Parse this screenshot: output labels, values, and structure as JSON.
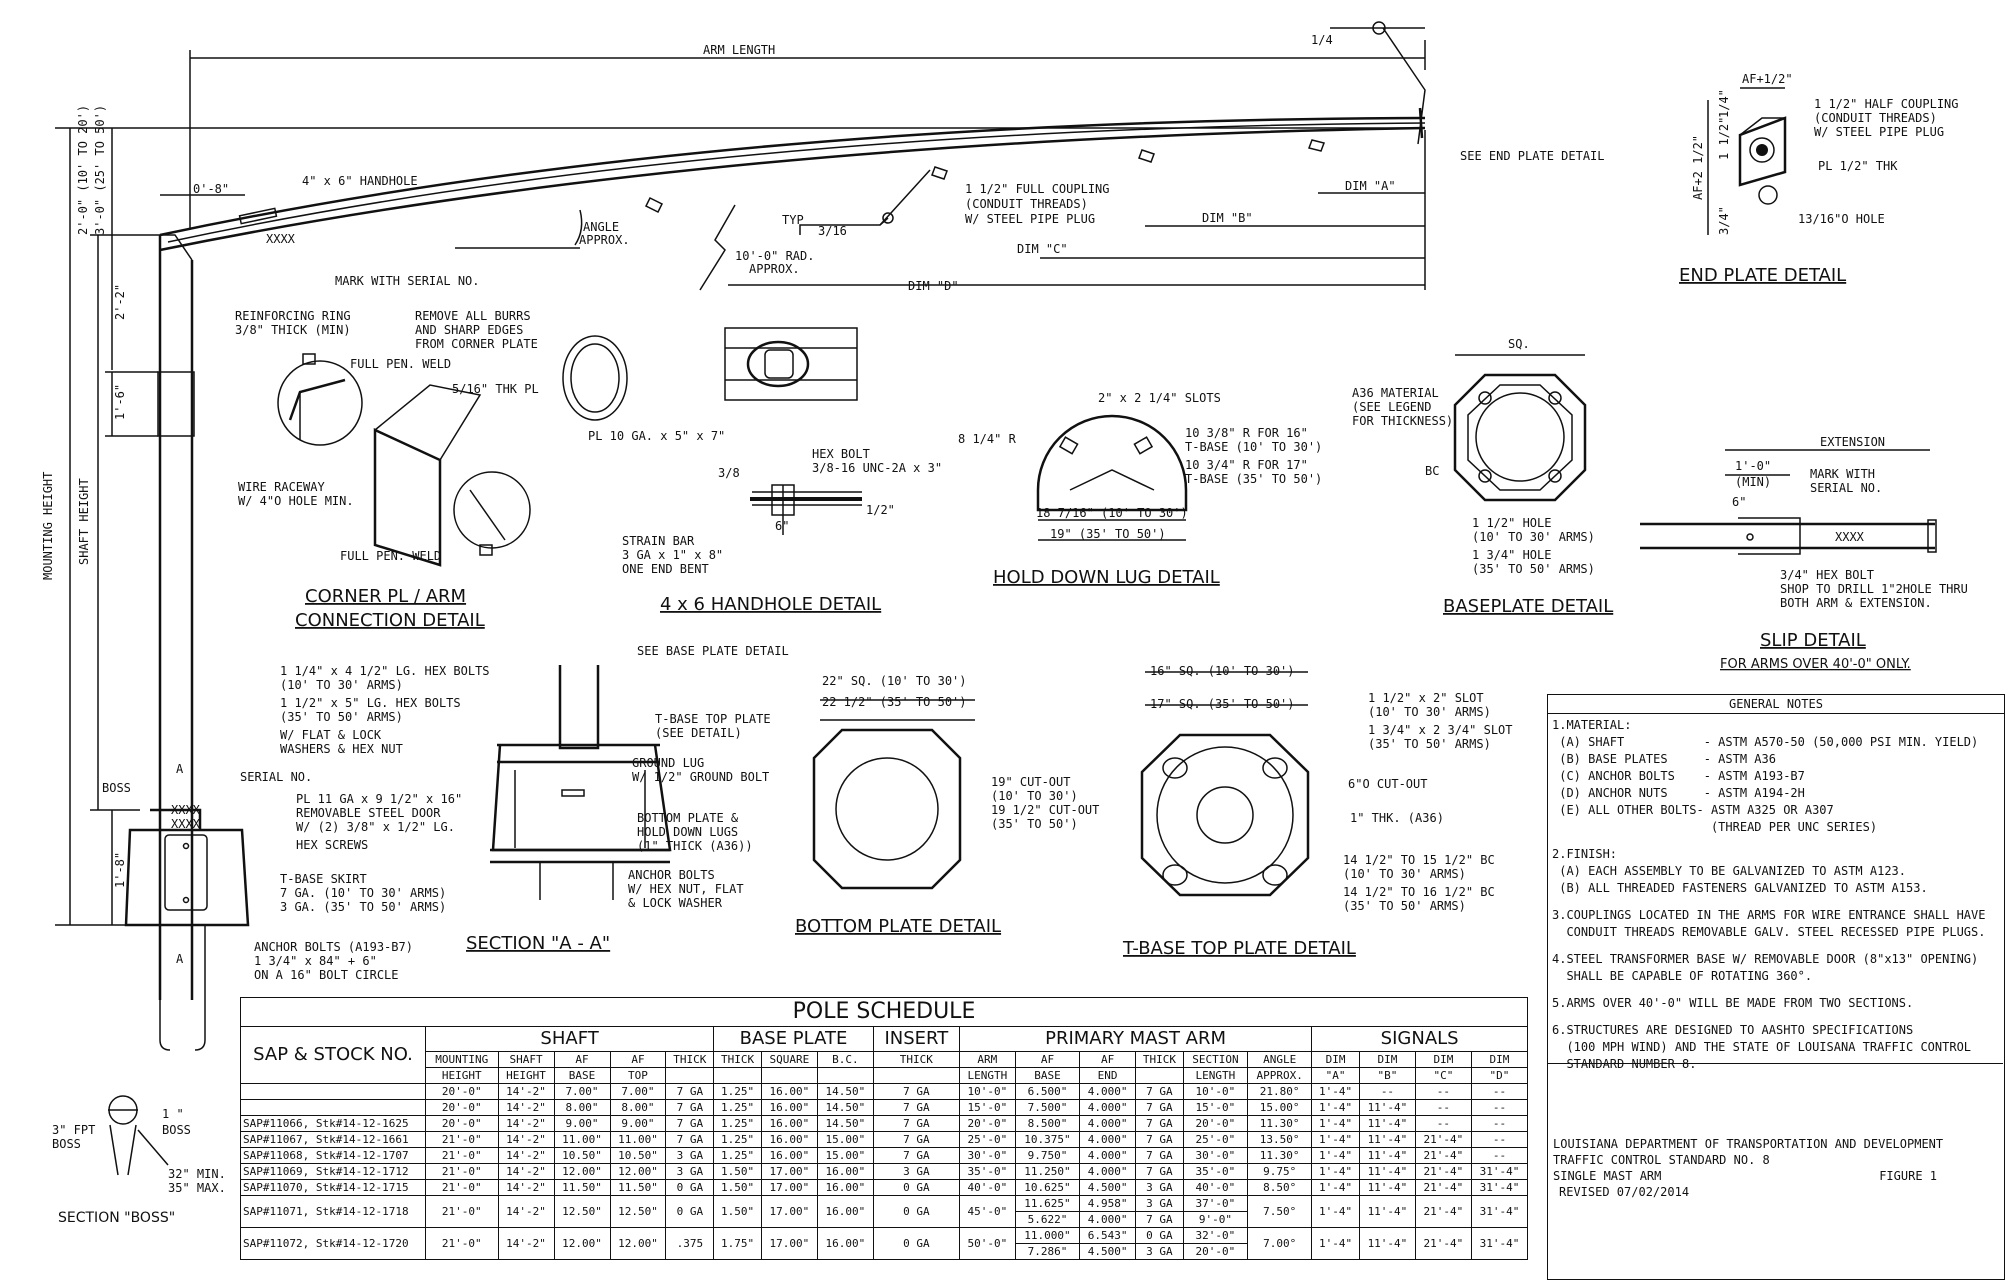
{
  "labels": {
    "arm_length": "ARM LENGTH",
    "quarter": "1/4",
    "see_end_plate": "SEE END PLATE DETAIL",
    "dim_a": "DIM \"A\"",
    "dim_b": "DIM \"B\"",
    "dim_c": "DIM \"C\"",
    "dim_d": "DIM \"D\"",
    "full_coupling_1": "1 1/2\" FULL COUPLING",
    "full_coupling_2": "(CONDUIT THREADS)",
    "full_coupling_3": "W/ STEEL PIPE PLUG",
    "typ": "TYP",
    "three_sixteenths": "3/16",
    "radius_1": "10'-0\" RAD.",
    "radius_2": "APPROX.",
    "angle_1": "ANGLE",
    "angle_2": "APPROX.",
    "handhole": "4\" x 6\" HANDHOLE",
    "dim_0_8": "0'-8\"",
    "xxxx": "XXXX",
    "mark_serial": "MARK WITH SERIAL NO.",
    "dim_2_0": "2'-0\" (10' TO 20')",
    "dim_3_0": "3'-0\" (25' TO 50')",
    "dim_2_2": "2'-2\"",
    "dim_1_6": "1'-6\"",
    "dim_1_8": "1'-8\"",
    "mounting_height": "MOUNTING HEIGHT",
    "shaft_height": "SHAFT HEIGHT",
    "reinforcing_1": "REINFORCING RING",
    "reinforcing_2": "3/8\" THICK (MIN)",
    "full_pen_weld": "FULL PEN. WELD",
    "full_pen_weld_2": "FULL PEN. WELD",
    "five_sixteenths_pl": "5/16\" THK PL",
    "remove_burrs_1": "REMOVE ALL BURRS",
    "remove_burrs_2": "AND SHARP EDGES",
    "remove_burrs_3": "FROM CORNER PLATE",
    "wire_raceway_1": "WIRE RACEWAY",
    "wire_raceway_2": "W/ 4\"O HOLE MIN.",
    "corner_title_1": "CORNER PL / ARM",
    "corner_title_2": "CONNECTION DETAIL",
    "pl10": "PL 10 GA. x 5\" x 7\"",
    "hex_bolt_1": "HEX BOLT",
    "hex_bolt_2": "3/8-16 UNC-2A x 3\"",
    "three_eighths": "3/8",
    "half": "1/2\"",
    "six_in": "6\"",
    "strain_1": "STRAIN BAR",
    "strain_2": "3 GA x 1\" x 8\"",
    "strain_3": "ONE END BENT",
    "handhole_title": "4 x 6 HANDHOLE DETAIL",
    "slots": "2\" x 2 1/4\" SLOTS",
    "r_8_1_4": "8 1/4\" R",
    "r_10_3_8_1": "10 3/8\" R FOR 16\"",
    "r_10_3_8_2": "T-BASE (10' TO 30')",
    "r_10_3_4_1": "10 3/4\" R FOR 17\"",
    "r_10_3_4_2": "T-BASE (35' TO 50')",
    "lug_dim_1": "18 7/16\" (10' TO 30')",
    "lug_dim_2": "19\" (35' TO 50')",
    "hold_down_title": "HOLD DOWN LUG DETAIL",
    "sq": "SQ.",
    "a36_1": "A36 MATERIAL",
    "a36_2": "(SEE LEGEND",
    "a36_3": "FOR THICKNESS)",
    "bc": "BC",
    "hole_1": "1 1/2\" HOLE",
    "hole_2": "(10' TO 30' ARMS)",
    "hole_3": "1 3/4\" HOLE",
    "hole_4": "(35' TO 50' ARMS)",
    "baseplate_title": "BASEPLATE DETAIL",
    "af_half": "AF+1/2\"",
    "af_2": "AF+2 1/2\"",
    "ep_quarter": "1/4\"",
    "ep_half": "1 1/2\"",
    "ep_three_quarter": "3/4\"",
    "half_coupling_1": "1 1/2\" HALF COUPLING",
    "half_coupling_2": "(CONDUIT THREADS)",
    "half_coupling_3": "W/ STEEL PIPE PLUG",
    "pl_half": "PL 1/2\" THK",
    "hole_13_16": "13/16\"O HOLE",
    "end_plate_title": "END PLATE DETAIL",
    "extension": "EXTENSION",
    "one_ft": "1'-0\"",
    "min": "(MIN)",
    "six_in_2": "6\"",
    "mark_with_1": "MARK WITH",
    "mark_with_2": "SERIAL NO.",
    "hex_bolt_34_1": "3/4\" HEX BOLT",
    "hex_bolt_34_2": "SHOP TO DRILL 1\"2HOLE THRU",
    "hex_bolt_34_3": "BOTH ARM & EXTENSION.",
    "slip_title": "SLIP DETAIL",
    "slip_sub": "FOR ARMS OVER 40'-0\" ONLY.",
    "sec_bolts_1": "1 1/4\" x 4 1/2\" LG. HEX BOLTS",
    "sec_bolts_2": "(10' TO 30' ARMS)",
    "sec_bolts_3": "1 1/2\" x 5\" LG. HEX BOLTS",
    "sec_bolts_4": "(35' TO 50' ARMS)",
    "sec_bolts_5": "W/ FLAT & LOCK",
    "sec_bolts_6": "WASHERS & HEX NUT",
    "see_base_plate": "SEE BASE PLATE DETAIL",
    "tbase_top_1": "T-BASE TOP PLATE",
    "tbase_top_2": "(SEE DETAIL)",
    "ground_1": "GROUND LUG",
    "ground_2": "W/ 1/2\" GROUND BOLT",
    "door_1": "PL 11 GA x 9 1/2\" x 16\"",
    "door_2": "REMOVABLE STEEL DOOR",
    "door_3": "W/ (2) 3/8\" x 1/2\" LG.",
    "door_4": "HEX SCREWS",
    "bottom_1": "BOTTOM PLATE &",
    "bottom_2": "HOLD DOWN LUGS",
    "bottom_3": "(1\" THICK (A36))",
    "anchor_1": "ANCHOR BOLTS",
    "anchor_2": "W/ HEX NUT, FLAT",
    "anchor_3": "& LOCK WASHER",
    "section_aa_title": "SECTION \"A - A\"",
    "boss": "BOSS",
    "serial_no": "SERIAL NO.",
    "letter_a": "A",
    "skirt_1": "T-BASE SKIRT",
    "skirt_2": "7 GA. (10' TO 30' ARMS)",
    "skirt_3": "3 GA. (35' TO 50' ARMS)",
    "anchor_b_1": "ANCHOR BOLTS (A193-B7)",
    "anchor_b_2": "1 3/4\" x 84\" + 6\"",
    "anchor_b_3": "ON A 16\" BOLT CIRCLE",
    "bp_22": "22\" SQ. (10' TO 30')",
    "bp_22_half": "22 1/2\" (35' TO 50')",
    "cutout_1": "19\" CUT-OUT",
    "cutout_2": "(10' TO 30')",
    "cutout_3": "19 1/2\" CUT-OUT",
    "cutout_4": "(35' TO 50')",
    "bottom_plate_title": "BOTTOM PLATE DETAIL",
    "tb_16": "16\" SQ. (10' TO 30')",
    "tb_17": "17\" SQ. (35' TO 50')",
    "slot_1": "1 1/2\" x 2\" SLOT",
    "slot_2": "(10' TO 30' ARMS)",
    "slot_3": "1 3/4\" x 2 3/4\" SLOT",
    "slot_4": "(35' TO 50' ARMS)",
    "cut_6": "6\"O CUT-OUT",
    "thk_a36": "1\" THK. (A36)",
    "bc_1": "14 1/2\" TO 15 1/2\" BC",
    "bc_2": "(10' TO 30' ARMS)",
    "bc_3": "14 1/2\" TO 16 1/2\" BC",
    "bc_4": "(35' TO 50' ARMS)",
    "tbase_top_title": "T-BASE TOP PLATE DETAIL",
    "fpt_1": "3\" FPT",
    "fpt_2": "BOSS",
    "boss_1in_1": "1 \"",
    "boss_1in_2": "BOSS",
    "min_32": "32\" MIN.",
    "max_35": "35\" MAX.",
    "section_boss": "SECTION \"BOSS\""
  },
  "schedule": {
    "title": "POLE SCHEDULE",
    "sap_header": "SAP & STOCK NO.",
    "groups": [
      "SHAFT",
      "BASE PLATE",
      "INSERT",
      "PRIMARY MAST ARM",
      "SIGNALS"
    ],
    "col_headers": [
      [
        "MOUNTING",
        "HEIGHT"
      ],
      [
        "SHAFT",
        "HEIGHT"
      ],
      [
        "AF",
        "BASE"
      ],
      [
        "AF",
        "TOP"
      ],
      [
        "THICK",
        ""
      ],
      [
        "THICK",
        ""
      ],
      [
        "SQUARE",
        ""
      ],
      [
        "B.C.",
        ""
      ],
      [
        "THICK",
        ""
      ],
      [
        "ARM",
        "LENGTH"
      ],
      [
        "AF",
        "BASE"
      ],
      [
        "AF",
        "END"
      ],
      [
        "THICK",
        ""
      ],
      [
        "SECTION",
        "LENGTH"
      ],
      [
        "ANGLE",
        "APPROX."
      ],
      [
        "DIM",
        "\"A\""
      ],
      [
        "DIM",
        "\"B\""
      ],
      [
        "DIM",
        "\"C\""
      ],
      [
        "DIM",
        "\"D\""
      ]
    ],
    "rows": [
      {
        "sap": "",
        "cells": [
          "20'-0\"",
          "14'-2\"",
          "7.00\"",
          "7.00\"",
          "7 GA",
          "1.25\"",
          "16.00\"",
          "14.50\"",
          "7 GA",
          "10'-0\"",
          "6.500\"",
          "4.000\"",
          "7 GA",
          "10'-0\"",
          "21.80°",
          "1'-4\"",
          "--",
          "--",
          "--"
        ]
      },
      {
        "sap": "",
        "cells": [
          "20'-0\"",
          "14'-2\"",
          "8.00\"",
          "8.00\"",
          "7 GA",
          "1.25\"",
          "16.00\"",
          "14.50\"",
          "7 GA",
          "15'-0\"",
          "7.500\"",
          "4.000\"",
          "7 GA",
          "15'-0\"",
          "15.00°",
          "1'-4\"",
          "11'-4\"",
          "--",
          "--"
        ]
      },
      {
        "sap": "SAP#11066, Stk#14-12-1625",
        "cells": [
          "20'-0\"",
          "14'-2\"",
          "9.00\"",
          "9.00\"",
          "7 GA",
          "1.25\"",
          "16.00\"",
          "14.50\"",
          "7 GA",
          "20'-0\"",
          "8.500\"",
          "4.000\"",
          "7 GA",
          "20'-0\"",
          "11.30°",
          "1'-4\"",
          "11'-4\"",
          "--",
          "--"
        ]
      },
      {
        "sap": "SAP#11067, Stk#14-12-1661",
        "cells": [
          "21'-0\"",
          "14'-2\"",
          "11.00\"",
          "11.00\"",
          "7 GA",
          "1.25\"",
          "16.00\"",
          "15.00\"",
          "7 GA",
          "25'-0\"",
          "10.375\"",
          "4.000\"",
          "7 GA",
          "25'-0\"",
          "13.50°",
          "1'-4\"",
          "11'-4\"",
          "21'-4\"",
          "--"
        ]
      },
      {
        "sap": "SAP#11068, Stk#14-12-1707",
        "cells": [
          "21'-0\"",
          "14'-2\"",
          "10.50\"",
          "10.50\"",
          "3 GA",
          "1.25\"",
          "16.00\"",
          "15.00\"",
          "7 GA",
          "30'-0\"",
          "9.750\"",
          "4.000\"",
          "7 GA",
          "30'-0\"",
          "11.30°",
          "1'-4\"",
          "11'-4\"",
          "21'-4\"",
          "--"
        ]
      },
      {
        "sap": "SAP#11069, Stk#14-12-1712",
        "cells": [
          "21'-0\"",
          "14'-2\"",
          "12.00\"",
          "12.00\"",
          "3 GA",
          "1.50\"",
          "17.00\"",
          "16.00\"",
          "3 GA",
          "35'-0\"",
          "11.250\"",
          "4.000\"",
          "7 GA",
          "35'-0\"",
          "9.75°",
          "1'-4\"",
          "11'-4\"",
          "21'-4\"",
          "31'-4\""
        ]
      },
      {
        "sap": "SAP#11070, Stk#14-12-1715",
        "cells": [
          "21'-0\"",
          "14'-2\"",
          "11.50\"",
          "11.50\"",
          "0 GA",
          "1.50\"",
          "17.00\"",
          "16.00\"",
          "0 GA",
          "40'-0\"",
          "10.625\"",
          "4.500\"",
          "3 GA",
          "40'-0\"",
          "8.50°",
          "1'-4\"",
          "11'-4\"",
          "21'-4\"",
          "31'-4\""
        ]
      }
    ],
    "split_rows": [
      {
        "sap": "SAP#11071, Stk#14-12-1718",
        "cells": [
          "21'-0\"",
          "14'-2\"",
          "12.50\"",
          "12.50\"",
          "0 GA",
          "1.50\"",
          "17.00\"",
          "16.00\"",
          "0 GA",
          "45'-0\""
        ],
        "sub": [
          [
            "11.625\"",
            "4.958\"",
            "3 GA",
            "37'-0\""
          ],
          [
            "5.622\"",
            "4.000\"",
            "7 GA",
            "9'-0\""
          ]
        ],
        "tail": [
          "7.50°",
          "1'-4\"",
          "11'-4\"",
          "21'-4\"",
          "31'-4\""
        ]
      },
      {
        "sap": "SAP#11072, Stk#14-12-1720",
        "cells": [
          "21'-0\"",
          "14'-2\"",
          "12.00\"",
          "12.00\"",
          ".375",
          "1.75\"",
          "17.00\"",
          "16.00\"",
          "0 GA",
          "50'-0\""
        ],
        "sub": [
          [
            "11.000\"",
            "6.543\"",
            "0 GA",
            "32'-0\""
          ],
          [
            "7.286\"",
            "4.500\"",
            "3 GA",
            "20'-0\""
          ]
        ],
        "tail": [
          "7.00°",
          "1'-4\"",
          "11'-4\"",
          "21'-4\"",
          "31'-4\""
        ]
      }
    ]
  },
  "notes": {
    "title": "GENERAL NOTES",
    "lines": [
      "1.MATERIAL:",
      " (A) SHAFT           - ASTM A570-50 (50,000 PSI MIN. YIELD)",
      " (B) BASE PLATES     - ASTM A36",
      " (C) ANCHOR BOLTS    - ASTM A193-B7",
      " (D) ANCHOR NUTS     - ASTM A194-2H",
      " (E) ALL OTHER BOLTS- ASTM A325 OR A307",
      "                      (THREAD PER UNC SERIES)",
      "",
      "2.FINISH:",
      " (A) EACH ASSEMBLY TO BE GALVANIZED TO ASTM A123.",
      " (B) ALL THREADED FASTENERS GALVANIZED TO ASTM A153.",
      "",
      "3.COUPLINGS LOCATED IN THE ARMS FOR WIRE ENTRANCE SHALL HAVE",
      "  CONDUIT THREADS REMOVABLE GALV. STEEL RECESSED PIPE PLUGS.",
      "",
      "4.STEEL TRANSFORMER BASE W/ REMOVABLE DOOR (8\"x13\" OPENING)",
      "  SHALL BE CAPABLE OF ROTATING 360°.",
      "",
      "5.ARMS OVER 40'-0\" WILL BE MADE FROM TWO SECTIONS.",
      "",
      "6.STRUCTURES ARE DESIGNED TO AASHTO SPECIFICATIONS",
      "  (100 MPH WIND) AND THE STATE OF LOUISANA TRAFFIC CONTROL",
      "  STANDARD NUMBER 8."
    ]
  },
  "title_block": {
    "line1": "LOUISIANA DEPARTMENT OF TRANSPORTATION AND DEVELOPMENT",
    "line2": "TRAFFIC CONTROL STANDARD NO. 8",
    "line3": "SINGLE MAST ARM",
    "figure": "FIGURE 1",
    "line4": "REVISED 07/02/2014"
  }
}
